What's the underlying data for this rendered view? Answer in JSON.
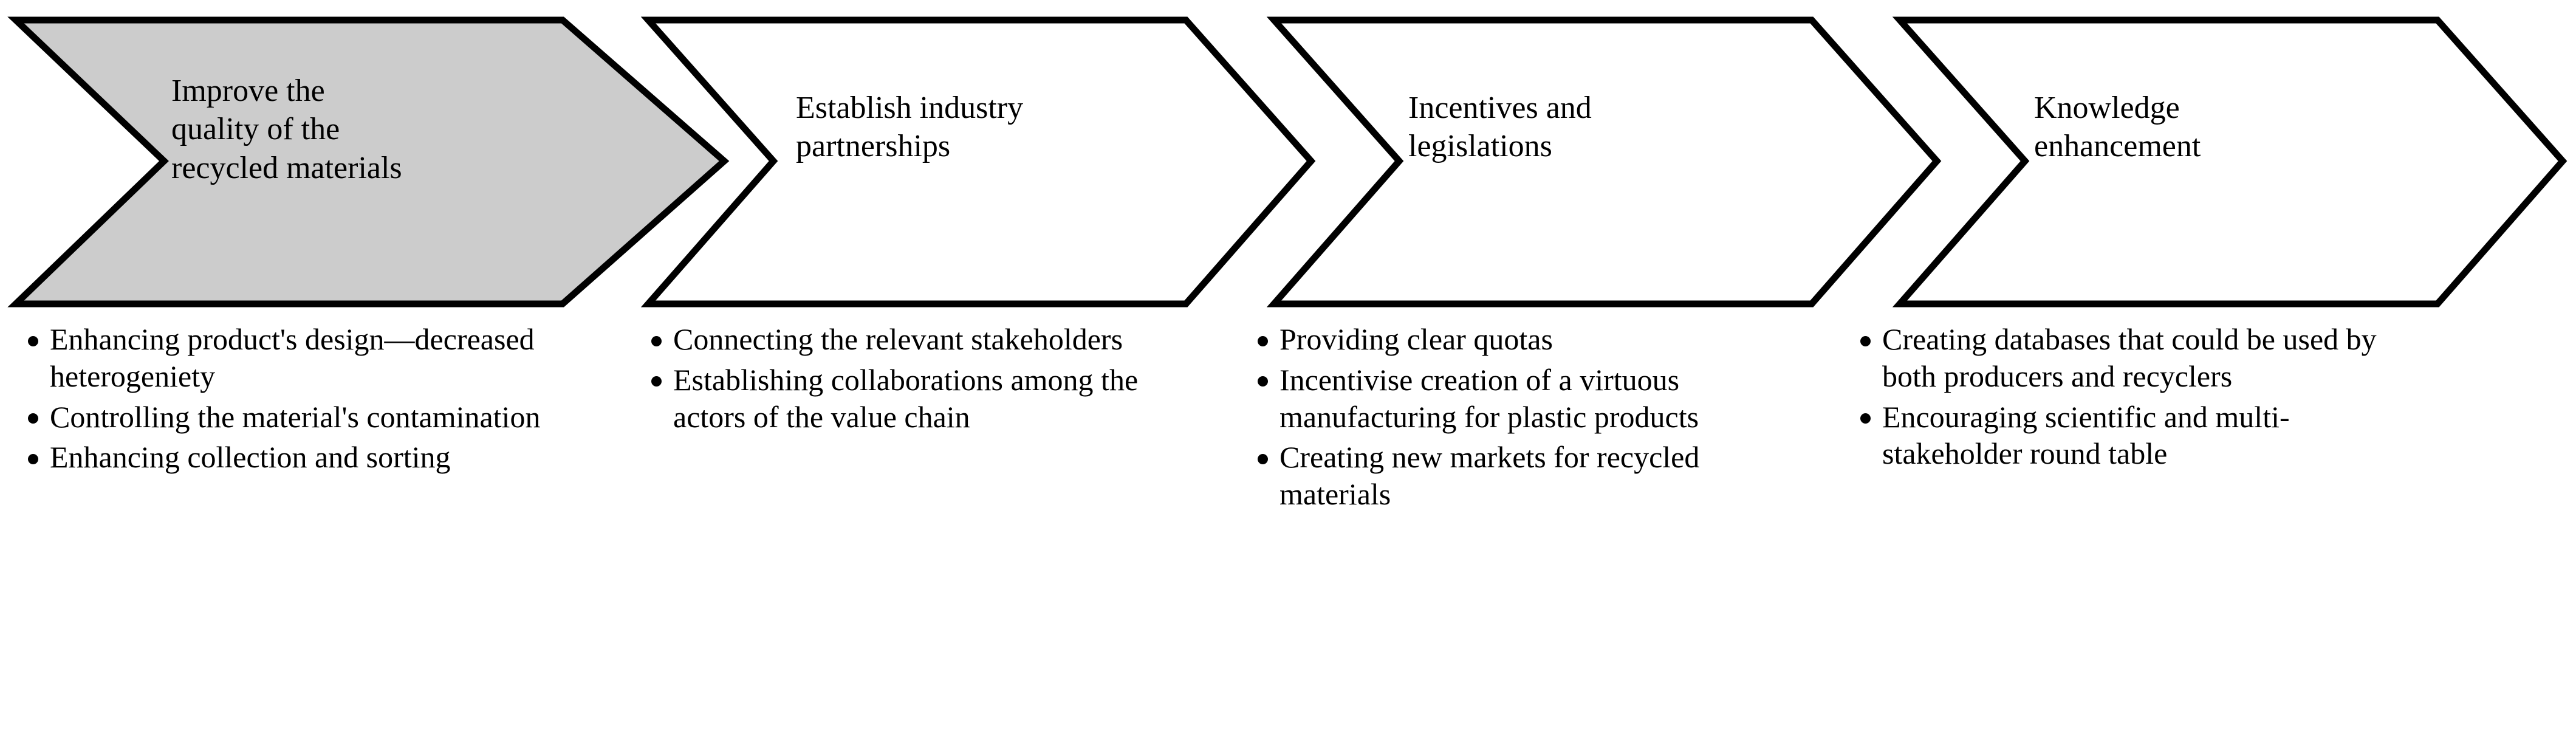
{
  "diagram": {
    "type": "chevron-process",
    "orientation": "horizontal",
    "step_count": 4,
    "colors": {
      "highlight_fill": "#CCCCCC",
      "default_fill": "#FFFFFF",
      "stroke": "#000000",
      "text": "#000000",
      "background": "#FFFFFF"
    },
    "steps": [
      {
        "index": 1,
        "label": "Improve the\nquality of the\nrecycled materials",
        "label_line_1": "Improve the",
        "label_line_2": "quality of the",
        "label_line_3": "recycled materials",
        "highlighted": true,
        "fill": "#CCCCCC",
        "bullets": [
          "Enhancing product's design—decreased heterogeniety",
          "Controlling the material's contamination",
          "Enhancing collection and sorting"
        ]
      },
      {
        "index": 2,
        "label": "Establish industry\npartnerships",
        "label_line_1": "Establish industry",
        "label_line_2": "partnerships",
        "highlighted": false,
        "fill": "#FFFFFF",
        "bullets": [
          "Connecting the relevant stakeholders",
          "Establishing collaborations among the actors of the value chain"
        ]
      },
      {
        "index": 3,
        "label": "Incentives and\nlegislations",
        "label_line_1": "Incentives and",
        "label_line_2": "legislations",
        "highlighted": false,
        "fill": "#FFFFFF",
        "bullets": [
          "Providing clear quotas",
          "Incentivise creation of a virtuous manufacturing for plastic products",
          "Creating new markets for recycled materials"
        ]
      },
      {
        "index": 4,
        "label": "Knowledge\nenhancement",
        "label_line_1": "Knowledge",
        "label_line_2": "enhancement",
        "highlighted": false,
        "fill": "#FFFFFF",
        "bullets": [
          "Creating databases that could be used by both producers and recyclers",
          "Encouraging scientific and multi-stakeholder round table"
        ]
      }
    ]
  }
}
